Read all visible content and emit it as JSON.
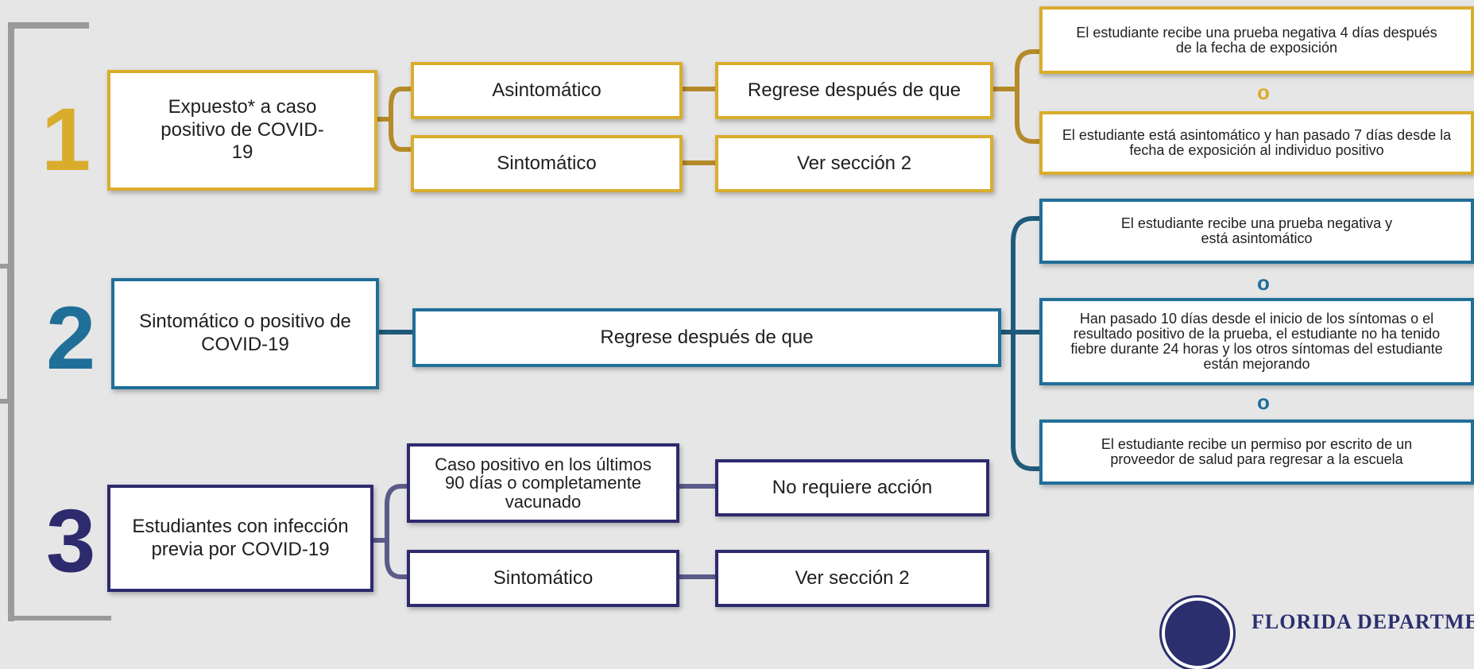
{
  "sections": [
    {
      "number": "1",
      "color": "#d9ad2c",
      "condition": "Expuesto* a caso positivo de COVID-19",
      "branches": [
        {
          "label": "Asintomático",
          "action": "Regrese después de que"
        },
        {
          "label": "Sintomático",
          "action": "Ver sección 2"
        }
      ],
      "outcomes": [
        "El estudiante recibe una prueba negativa 4 días después de la fecha de exposición",
        "El estudiante está asintomático y han pasado 7 días desde la fecha de exposición al individuo positivo"
      ],
      "separator": "o"
    },
    {
      "number": "2",
      "color": "#1f6f98",
      "condition": "Sintomático o positivo de COVID-19",
      "action": "Regrese después de que",
      "outcomes": [
        "El estudiante recibe una prueba negativa y está asintomático",
        "Han pasado 10 días desde el inicio de los síntomas o el resultado positivo de la prueba, el estudiante no ha tenido fiebre durante 24 horas y los otros síntomas del estudiante están mejorando",
        "El estudiante recibe un permiso por escrito de un proveedor de salud para regresar a la escuela"
      ],
      "separator": "o"
    },
    {
      "number": "3",
      "color": "#2d2a6e",
      "condition": "Estudiantes con infección previa por COVID-19",
      "branches": [
        {
          "label": "Caso positivo en los últimos 90 días o completamente vacunado",
          "action": "No requiere acción"
        },
        {
          "label": "Sintomático",
          "action": "Ver sección 2"
        }
      ]
    }
  ],
  "footer": {
    "logo_text": "FLORIDA DEPARTMENT OF"
  }
}
